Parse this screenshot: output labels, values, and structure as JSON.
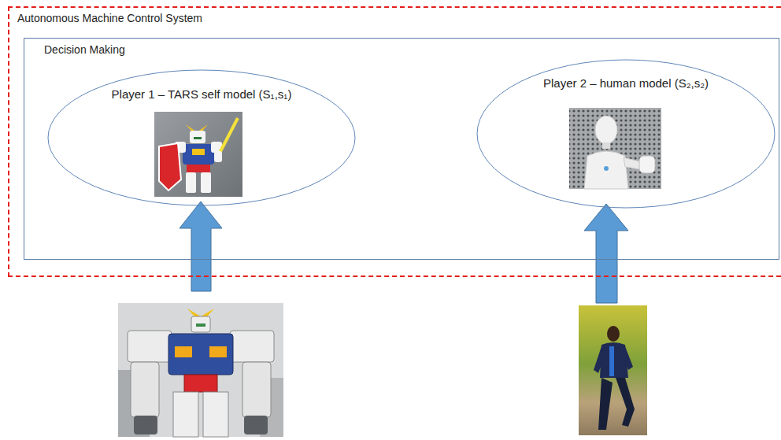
{
  "diagram": {
    "nodes": [
      {
        "text": [
          "Autonomous Machine Control System"
        ]
      },
      {
        "text": [
          "Decision Making"
        ],
        "in": 0
      },
      {
        "text": [
          "Player 1 – TARS self model (S₁,s₁)"
        ],
        "in": 1
      },
      {
        "text": [
          "Player 2 – human model (S₂,s₂)"
        ],
        "in": 1
      }
    ]
  }
}
